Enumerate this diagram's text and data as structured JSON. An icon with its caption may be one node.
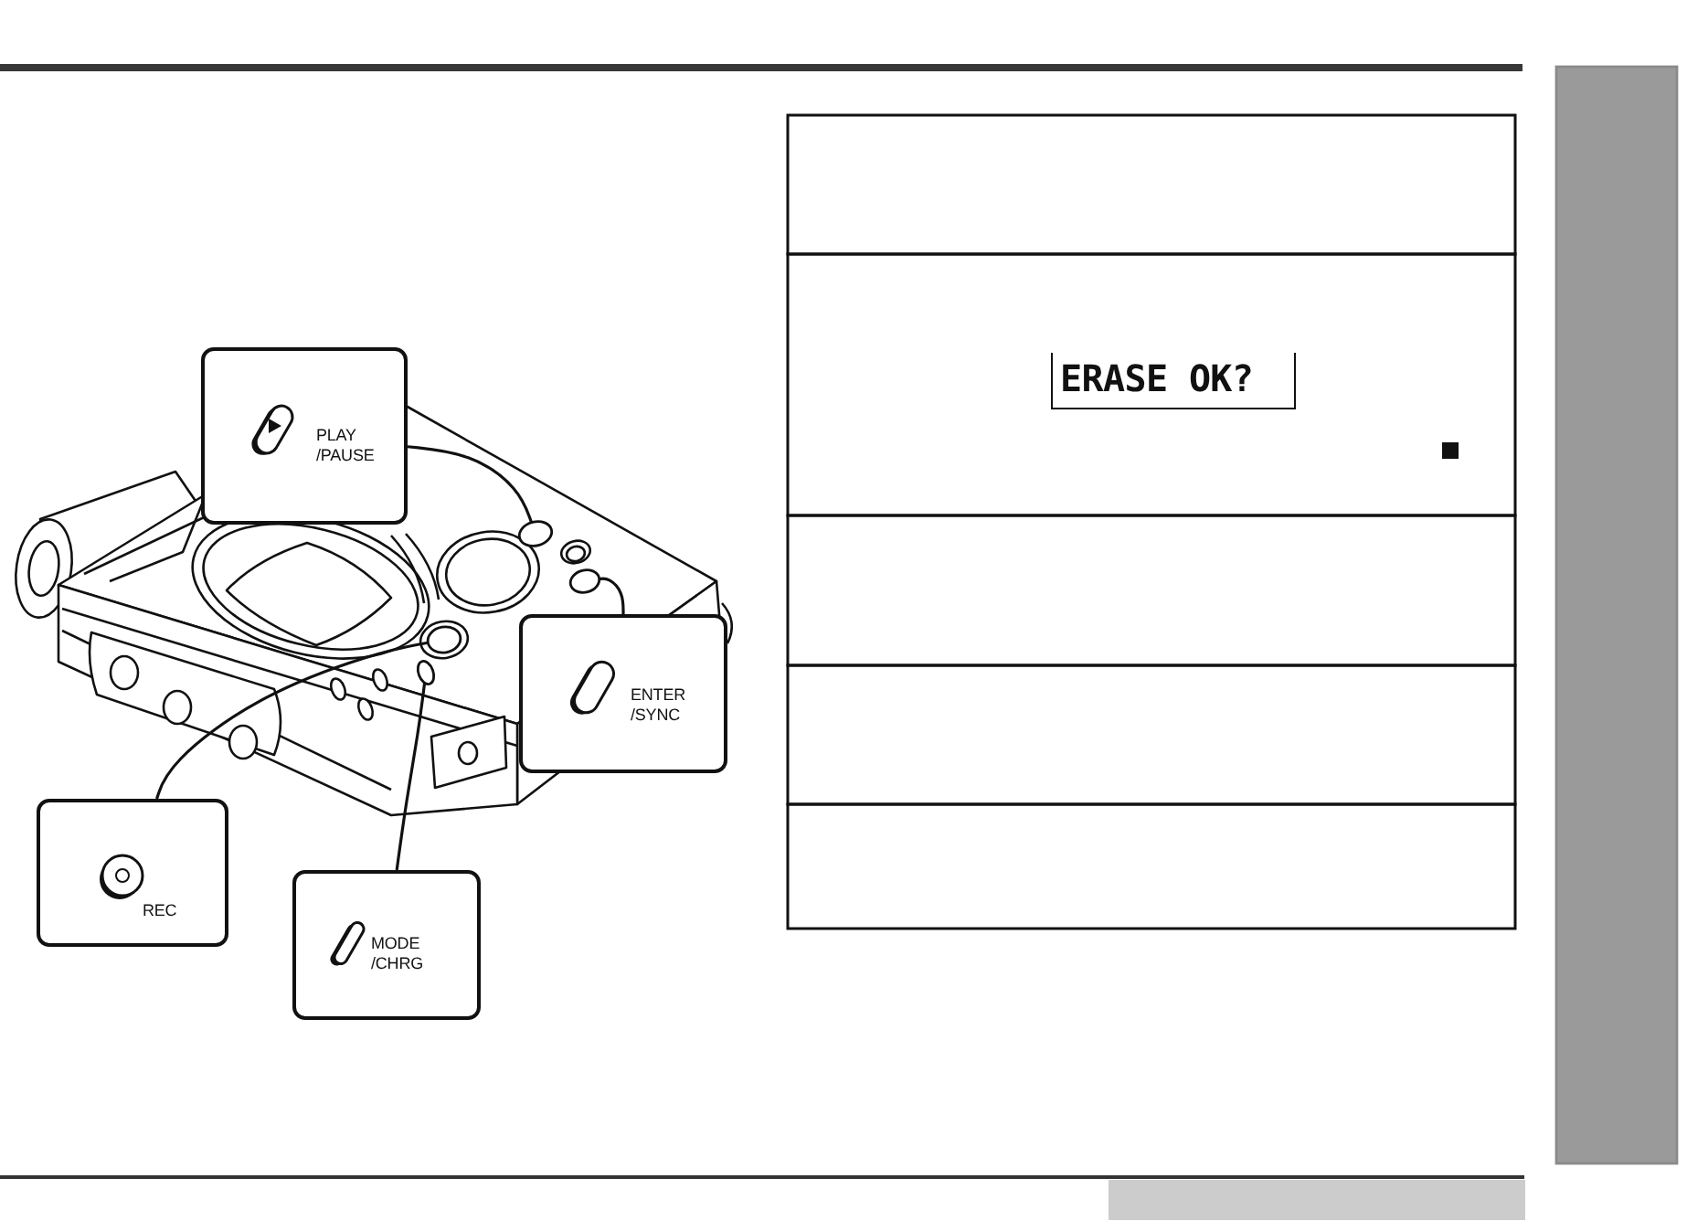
{
  "diagram": {
    "nodes": [
      {
        "text": [
          "PLAY /PAUSE"
        ]
      },
      {
        "text": [
          "ENTER /SYNC"
        ]
      },
      {
        "text": [
          "REC"
        ]
      },
      {
        "text": [
          "MODE /CHRG"
        ]
      },
      {
        "text": [],
        "shape": "circle"
      },
      {
        "text": [],
        "shape": "circle"
      },
      {
        "text": [],
        "shape": "circle"
      },
      {
        "text": [],
        "shape": "circle"
      },
      {
        "text": [
          "ERASE OK?"
        ]
      },
      {
        "text": [],
        "shape": "bar"
      },
      {
        "text": [],
        "shape": "bar"
      }
    ],
    "edges": [
      {
        "from": 0,
        "to": 4,
        "arrow": "none"
      },
      {
        "from": 1,
        "to": 5,
        "arrow": "none"
      },
      {
        "from": 2,
        "to": 6,
        "arrow": "none"
      },
      {
        "from": 3,
        "to": 7,
        "arrow": "none"
      }
    ]
  }
}
